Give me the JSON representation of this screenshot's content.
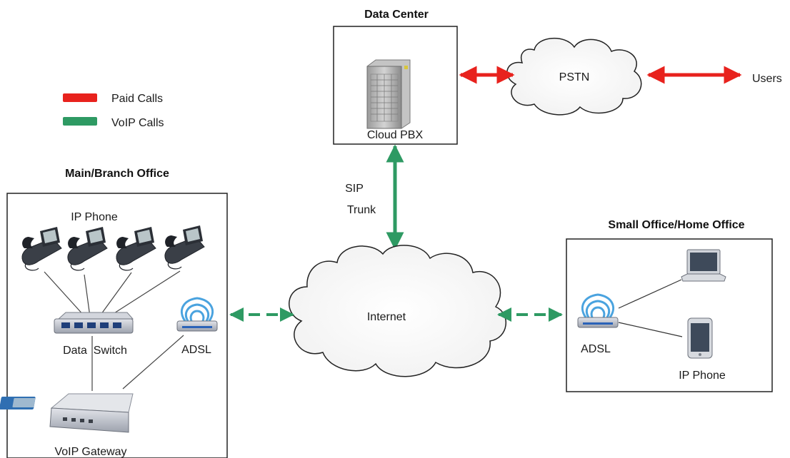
{
  "legend": {
    "paid_label": "Paid Calls",
    "voip_label": "VoIP Calls",
    "paid_color": "#e8221d",
    "voip_color": "#2e9a63"
  },
  "data_center": {
    "title": "Data Center",
    "pbx_label": "Cloud PBX"
  },
  "pstn": {
    "label": "PSTN"
  },
  "users": {
    "label": "Users"
  },
  "sip": {
    "line1": "SIP",
    "line2": "Trunk"
  },
  "internet": {
    "label": "Internet"
  },
  "main_office": {
    "title": "Main/Branch Office",
    "ip_phone_label": "IP Phone",
    "switch_label": "Data  Switch",
    "adsl_label": "ADSL",
    "gateway_label": "VoIP Gateway"
  },
  "soho": {
    "title": "Small Office/Home Office",
    "adsl_label": "ADSL",
    "ip_phone_label": "IP Phone"
  }
}
